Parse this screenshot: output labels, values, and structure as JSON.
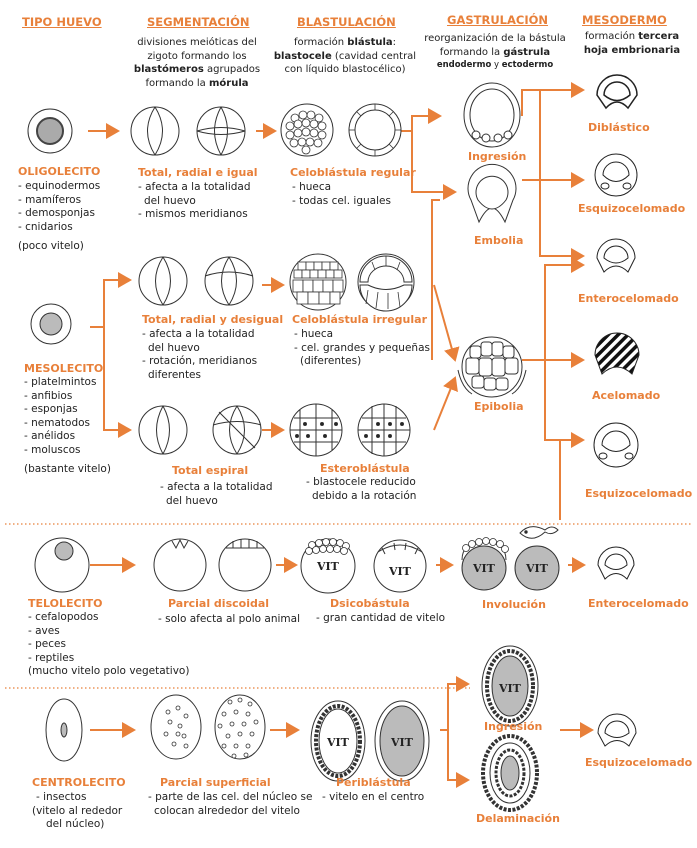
{
  "colors": {
    "accent": "#e8803a",
    "text": "#222222",
    "stroke": "#444444",
    "gray_fill": "#bbbbbb"
  },
  "headers": {
    "tipo": "TIPO HUEVO",
    "segmentacion": "SEGMENTACIÓN",
    "blastulacion": "BLASTULACIÓN",
    "gastrulacion": "GASTRULACIÓN",
    "mesodermo": "MESODERMO"
  },
  "descriptions": {
    "segmentacion_l1": "divisiones meióticas del",
    "segmentacion_l2": "zigoto formando los",
    "segmentacion_l3a": "blastómeros",
    "segmentacion_l3b": " agrupados",
    "segmentacion_l4a": "formando la ",
    "segmentacion_l4b": "mórula",
    "blastulacion_l1a": "formación ",
    "blastulacion_l1b": "blástula",
    "blastulacion_l1c": ":",
    "blastulacion_l2a": "blastocele",
    "blastulacion_l2b": " (cavidad central",
    "blastulacion_l3": "con líquido blastocélico)",
    "gastrulacion_l1": "reorganización de la bástula",
    "gastrulacion_l2a": "formando la ",
    "gastrulacion_l2b": "gástrula",
    "gastrulacion_l3a": "endodermo",
    "gastrulacion_l3b": " y ",
    "gastrulacion_l3c": "ectodermo",
    "mesodermo_l1a": "formación ",
    "mesodermo_l1b": "tercera",
    "mesodermo_l2": "hoja embrionaria"
  },
  "oligolecito": {
    "name": "OLIGOLECITO",
    "items": [
      "- equinodermos",
      "- mamíferos",
      "- demosponjas",
      "- cnidarios"
    ],
    "note": "(poco vitelo)",
    "seg_label": "Total, radial e igual",
    "seg_items": [
      "- afecta a la totalidad",
      "del huevo",
      "- mismos meridianos"
    ],
    "blast_label": "Celoblástula regular",
    "blast_items": [
      "- hueca",
      "- todas cel. iguales"
    ]
  },
  "mesolecito": {
    "name": "MESOLECITO",
    "items": [
      "- platelmintos",
      "- anfibios",
      "- esponjas",
      "- nematodos",
      "- anélidos",
      "- moluscos"
    ],
    "note": "(bastante vitelo)",
    "seg1_label": "Total, radial y desigual",
    "seg1_items": [
      "- afecta a la totalidad",
      "del huevo",
      "- rotación, meridianos",
      "diferentes"
    ],
    "blast1_label": "Celoblástula irregular",
    "blast1_items": [
      "- hueca",
      "- cel. grandes y pequeñas",
      "(diferentes)"
    ],
    "seg2_label": "Total espiral",
    "seg2_items": [
      "- afecta a la totalidad",
      "del huevo"
    ],
    "blast2_label": "Esteroblástula",
    "blast2_items": [
      "- blastocele reducido",
      "debido a la rotación"
    ]
  },
  "telolecito": {
    "name": "TELOLECITO",
    "items": [
      "- cefalopodos",
      "- aves",
      "- peces",
      "- reptiles"
    ],
    "note": "(mucho vitelo polo vegetativo)",
    "seg_label": "Parcial discoidal",
    "seg_items": [
      "- solo afecta al polo animal"
    ],
    "blast_label": "Dsicobástula",
    "blast_items": [
      "- gran cantidad de vitelo"
    ]
  },
  "centrolecito": {
    "name": "CENTROLECITO",
    "items": [
      "- insectos",
      "(vitelo al rededor",
      "del núcleo)"
    ],
    "seg_label": "Parcial superficial",
    "seg_items": [
      "- parte de las cel. del núcleo se",
      "colocan alrededor del vitelo"
    ],
    "blast_label": "Periblástula",
    "blast_items": [
      "- vitelo en el centro"
    ]
  },
  "gastrula": {
    "ingresion": "Ingresión",
    "embolia": "Embolia",
    "epibolia": "Epibolia",
    "involucion": "Involución",
    "ingresion2": "Ingresión",
    "delaminacion": "Delaminación"
  },
  "mesodermo": {
    "diblastico": "Diblástico",
    "esquizo1": "Esquizocelomado",
    "entero1": "Enterocelomado",
    "acelomado": "Acelomado",
    "esquizo2": "Esquizocelomado",
    "entero2": "Enterocelomado",
    "esquizo3": "Esquizocelomado"
  },
  "vit": "VIT"
}
